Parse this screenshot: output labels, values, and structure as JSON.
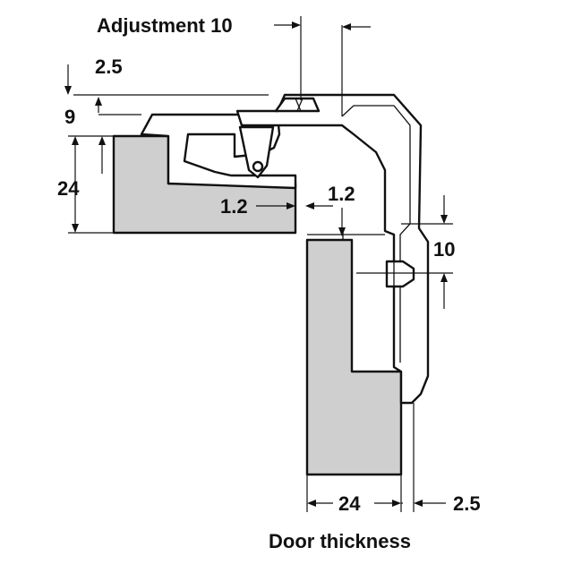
{
  "labels": {
    "adjustment": "Adjustment 10",
    "dim_2_5_top": "2.5",
    "dim_9": "9",
    "dim_24_left": "24",
    "dim_1_2_left": "1.2",
    "dim_1_2_right": "1.2",
    "dim_10": "10",
    "dim_24_bottom": "24",
    "dim_2_5_bottom": "2.5",
    "door_thickness": "Door thickness"
  },
  "colors": {
    "panel_fill": "#cfcfcf",
    "line": "#111111"
  }
}
